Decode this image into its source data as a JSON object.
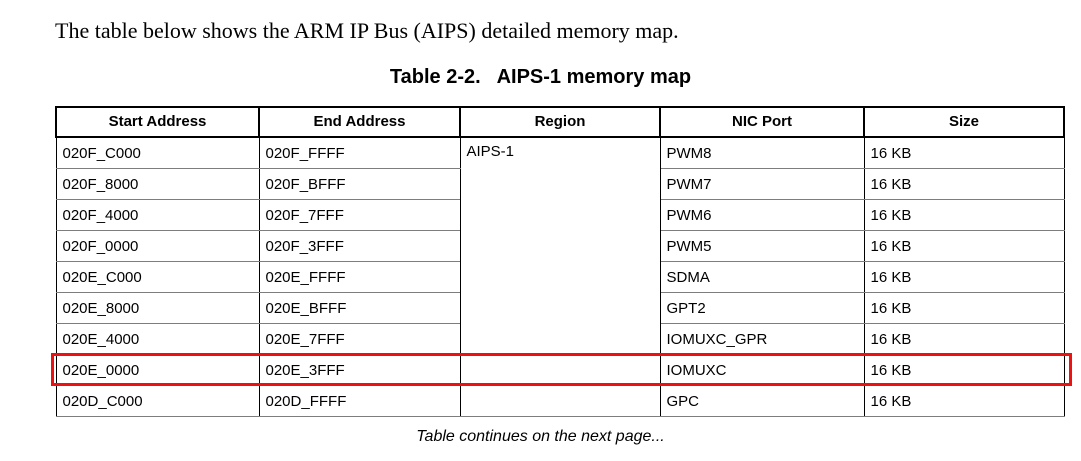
{
  "document": {
    "intro_text": "The table below shows the ARM IP Bus (AIPS) detailed memory map.",
    "table_caption": "Table 2-2.   AIPS-1 memory map",
    "continuation_note": "Table continues on the next page...",
    "highlight_color": "#ee1111",
    "highlighted_row_index": 7
  },
  "table": {
    "headers": [
      "Start Address",
      "End Address",
      "Region",
      "NIC Port",
      "Size"
    ],
    "region_label": "AIPS-1",
    "rows": [
      {
        "start_address": "020F_C000",
        "end_address": "020F_FFFF",
        "nic_port": "PWM8",
        "size": "16 KB"
      },
      {
        "start_address": "020F_8000",
        "end_address": "020F_BFFF",
        "nic_port": "PWM7",
        "size": "16 KB"
      },
      {
        "start_address": "020F_4000",
        "end_address": "020F_7FFF",
        "nic_port": "PWM6",
        "size": "16 KB"
      },
      {
        "start_address": "020F_0000",
        "end_address": "020F_3FFF",
        "nic_port": "PWM5",
        "size": "16 KB"
      },
      {
        "start_address": "020E_C000",
        "end_address": "020E_FFFF",
        "nic_port": "SDMA",
        "size": "16 KB"
      },
      {
        "start_address": "020E_8000",
        "end_address": "020E_BFFF",
        "nic_port": "GPT2",
        "size": "16 KB"
      },
      {
        "start_address": "020E_4000",
        "end_address": "020E_7FFF",
        "nic_port": "IOMUXC_GPR",
        "size": "16 KB"
      },
      {
        "start_address": "020E_0000",
        "end_address": "020E_3FFF",
        "nic_port": "IOMUXC",
        "size": "16 KB"
      },
      {
        "start_address": "020D_C000",
        "end_address": "020D_FFFF",
        "nic_port": "GPC",
        "size": "16 KB"
      }
    ]
  }
}
